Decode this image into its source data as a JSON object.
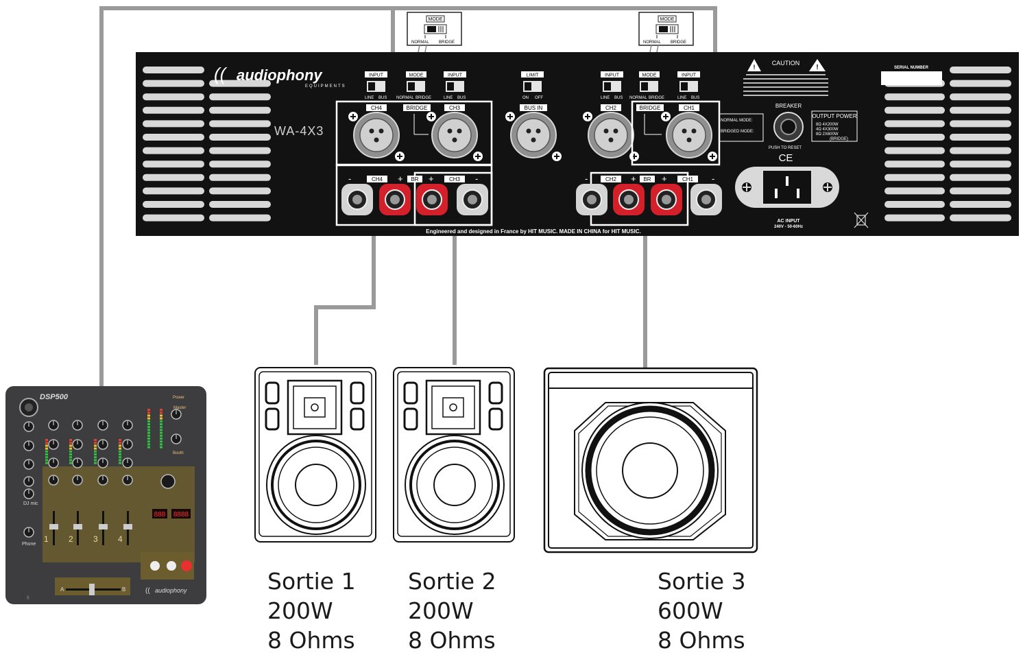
{
  "amplifier": {
    "brand": "audiophony",
    "brand_sub": "EQUIPMENTS",
    "model": "WA-4X3",
    "channels": [
      "CH4",
      "CH3",
      "CH2",
      "CH1"
    ],
    "bridge_label": "BRIDGE",
    "bus_in_label": "BUS IN",
    "br_label": "BR",
    "input_label": "INPUT",
    "mode_label": "MODE",
    "limit_label": "LIMIT",
    "line_label": "LINE",
    "bus_label": "BUS",
    "normal_label": "NORMAL",
    "on_label": "ON",
    "off_label": "OFF",
    "caution_label": "CAUTION",
    "breaker_label": "BREAKER",
    "push_to_reset": "PUSH TO RESET",
    "ce_label": "CE",
    "normal_mode_label": "NORMAL MODE:",
    "bridged_mode_label": "BRIDGED MODE:",
    "output_power_title": "OUTPUT POWER",
    "output_power_lines": [
      "8Ω  4X200W",
      "4Ω  4X300W",
      "8Ω  2X600W",
      "(BRIDGE)"
    ],
    "serial_label": "SERIAL NUMBER",
    "ac_input_label": "AC INPUT",
    "ac_input_value": "240V - 50-60Hz",
    "footer": "Engineered and designed in France by HIT MUSIC. MADE IN CHINA for HIT MUSIC."
  },
  "mode_callouts": [
    {
      "title": "MODE",
      "left": "NORMAL",
      "right": "BRIDGE"
    },
    {
      "title": "MODE",
      "left": "NORMAL",
      "right": "BRIDGE"
    }
  ],
  "mixer": {
    "model": "DSP500",
    "brand": "audiophony",
    "power_label": "Power",
    "master_label": "Master",
    "booth_label": "Booth",
    "phone_label": "Phone",
    "dj_mic_label": "DJ mic",
    "channel_numbers": [
      "1",
      "2",
      "3",
      "4"
    ],
    "display_left": "888",
    "display_right": "8888",
    "crossfader_a": "A",
    "crossfader_b": "B"
  },
  "outputs": [
    {
      "name": "Sortie 1",
      "power": "200W",
      "impedance": "8 Ohms"
    },
    {
      "name": "Sortie 2",
      "power": "200W",
      "impedance": "8 Ohms"
    },
    {
      "name": "Sortie 3",
      "power": "600W",
      "impedance": "8 Ohms"
    }
  ],
  "colors": {
    "cable": "#9a9a9a",
    "panel": "#121212",
    "highlight": "#ffffff",
    "red_terminal": "#d3202a",
    "mixer_body": "#3d3d3f",
    "mixer_plate": "#6b5d2e"
  }
}
